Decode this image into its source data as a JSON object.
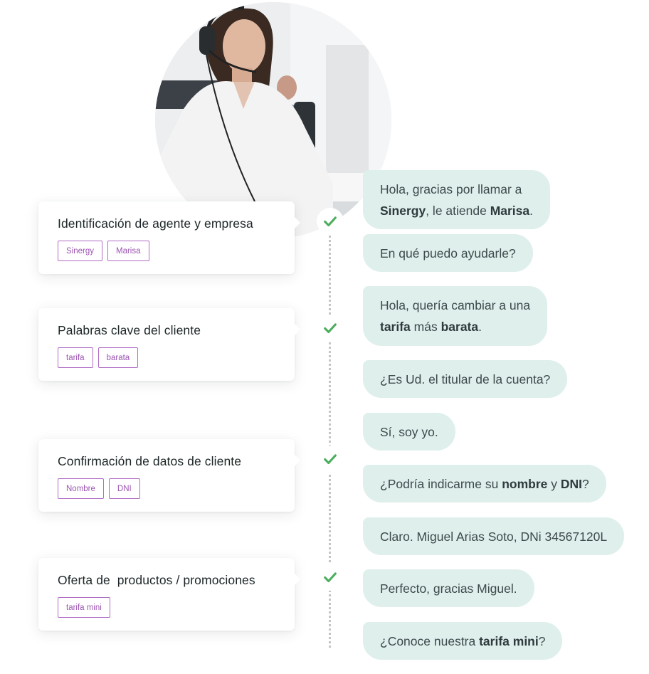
{
  "steps": [
    {
      "title": "Identificación de agente y empresa",
      "tags": [
        "Sinergy",
        "Marisa"
      ]
    },
    {
      "title": "Palabras clave del cliente",
      "tags": [
        "tarifa",
        "barata"
      ]
    },
    {
      "title": "Confirmación de datos de cliente",
      "tags": [
        "Nombre",
        "DNI"
      ]
    },
    {
      "title": "Oferta de  productos / promociones",
      "tags": [
        "tarifa mini"
      ]
    }
  ],
  "messages": {
    "m1": {
      "a": "Hola, gracias por llamar a",
      "b1": "Sinergy",
      "c": ", le atiende ",
      "b2": "Marisa",
      "d": "."
    },
    "m2": {
      "text": "En qué puedo ayudarle?"
    },
    "m3": {
      "a": "Hola, quería cambiar a una",
      "b1": "tarifa",
      "c": " más ",
      "b2": "barata",
      "d": "."
    },
    "m4": {
      "text": "¿Es Ud. el titular de la cuenta?"
    },
    "m5": {
      "text": "Sí, soy yo."
    },
    "m6": {
      "a": "¿Podría indicarme su ",
      "b1": "nombre",
      "c": " y ",
      "b2": "DNI",
      "d": "?"
    },
    "m7": {
      "text": "Claro. Miguel Arias Soto, DNi 34567120L"
    },
    "m8": {
      "text": "Perfecto, gracias Miguel."
    },
    "m9": {
      "a": "¿Conoce nuestra ",
      "b1": "tarifa mini",
      "d": "?"
    }
  },
  "colors": {
    "bubble_bg": "#deefec",
    "tag_border": "#b06cc4",
    "check_green": "#4cae5e"
  },
  "icons": {
    "step_marker": "check-icon",
    "photo": "agent-photo"
  }
}
